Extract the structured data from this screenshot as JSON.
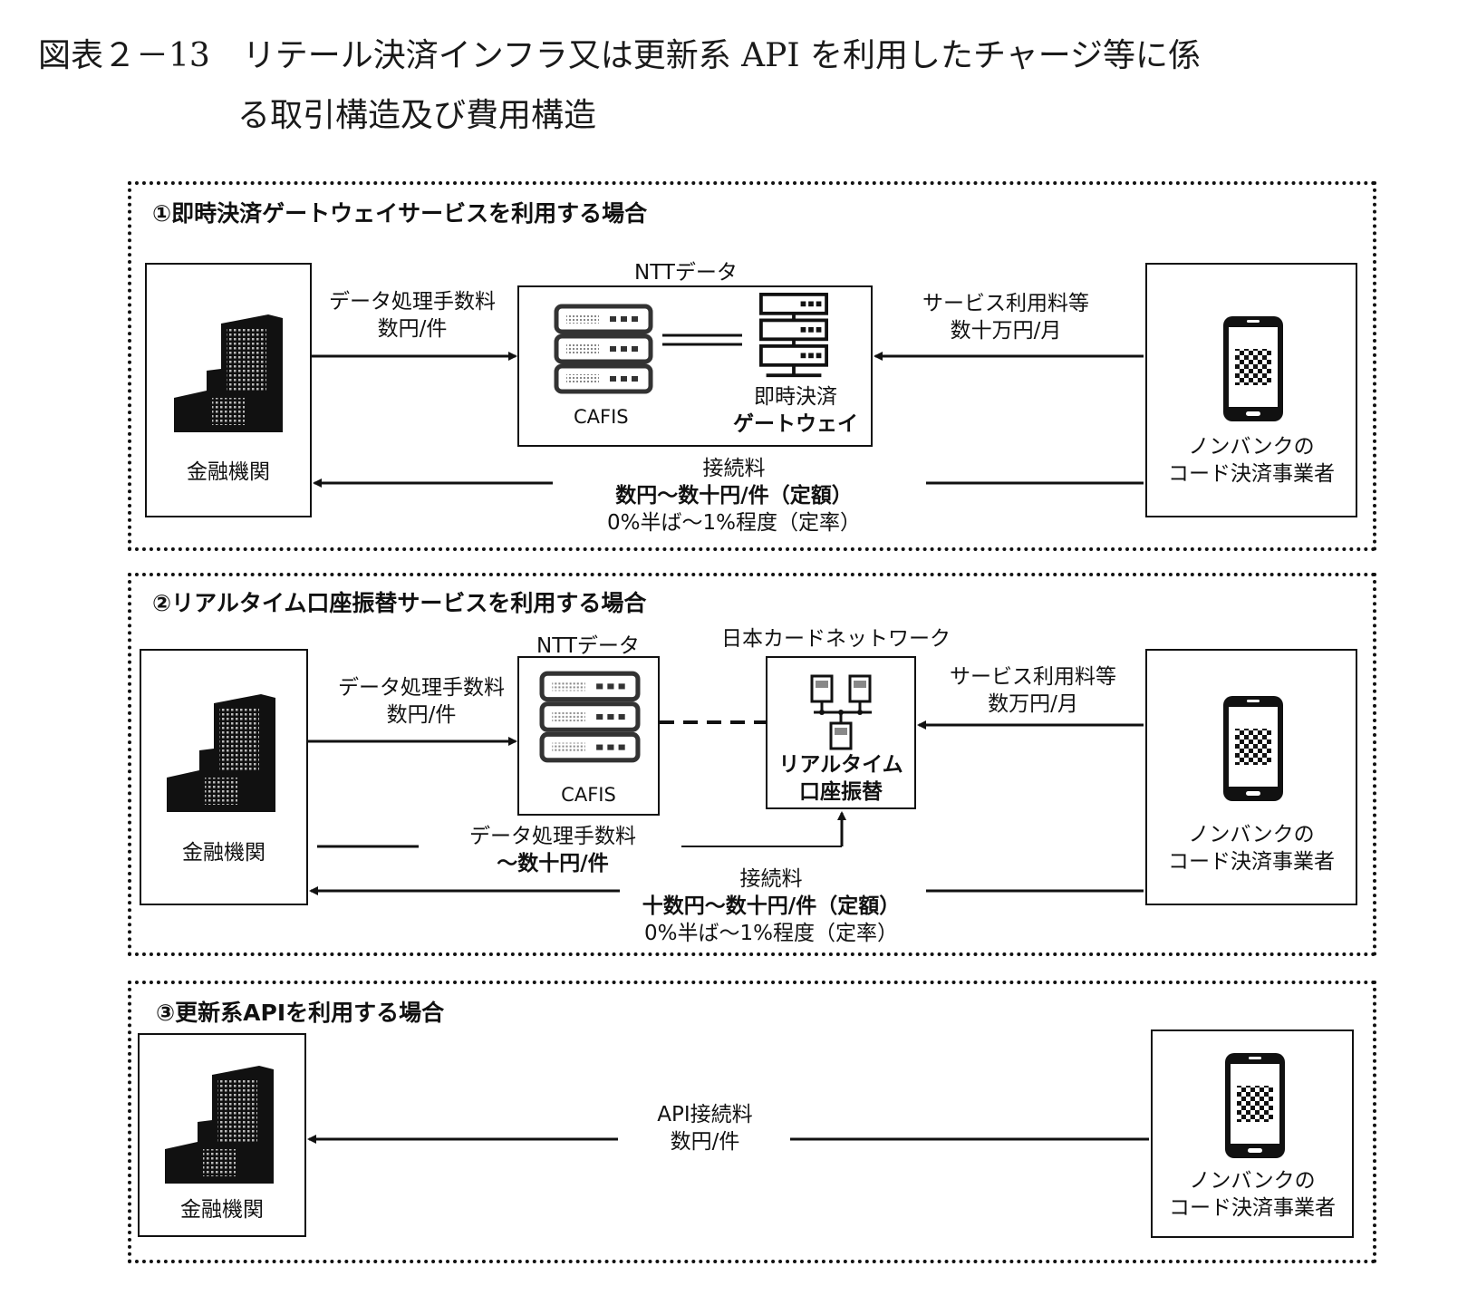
{
  "figure_title": {
    "line1": "図表２－13　リテール決済インフラ又は更新系 API を利用したチャージ等に係",
    "line2": "る取引構造及び費用構造"
  },
  "section1": {
    "heading": "①即時決済ゲートウェイサービスを利用する場合",
    "bank_label": "金融機関",
    "ntt_label": "NTTデータ",
    "cafis_label": "CAFIS",
    "gateway_label_1": "即時決済",
    "gateway_label_2": "ゲートウェイ",
    "fee_bank_to_ntt_1": "データ処理手数料",
    "fee_bank_to_ntt_2": "数円/件",
    "fee_service_1": "サービス利用料等",
    "fee_service_2": "数十万円/月",
    "fee_connect_1": "接続料",
    "fee_connect_2": "数円～数十円/件（定額）",
    "fee_connect_3": "0%半ば～1%程度（定率）",
    "nonbank_1": "ノンバンクの",
    "nonbank_2": "コード決済事業者"
  },
  "section2": {
    "heading": "②リアルタイム口座振替サービスを利用する場合",
    "bank_label": "金融機関",
    "ntt_label": "NTTデータ",
    "cafis_label": "CAFIS",
    "jcn_label": "日本カードネットワーク",
    "realtime_1": "リアルタイム",
    "realtime_2": "口座振替",
    "fee_bank_to_ntt_1": "データ処理手数料",
    "fee_bank_to_ntt_2": "数円/件",
    "fee_bank_to_jcn_1": "データ処理手数料",
    "fee_bank_to_jcn_2": "～数十円/件",
    "fee_service_1": "サービス利用料等",
    "fee_service_2": "数万円/月",
    "fee_connect_1": "接続料",
    "fee_connect_2": "十数円～数十円/件（定額）",
    "fee_connect_3": "0%半ば～1%程度（定率）",
    "nonbank_1": "ノンバンクの",
    "nonbank_2": "コード決済事業者"
  },
  "section3": {
    "heading": "③更新系APIを利用する場合",
    "bank_label": "金融機関",
    "fee_api_1": "API接続料",
    "fee_api_2": "数円/件",
    "nonbank_1": "ノンバンクの",
    "nonbank_2": "コード決済事業者"
  }
}
